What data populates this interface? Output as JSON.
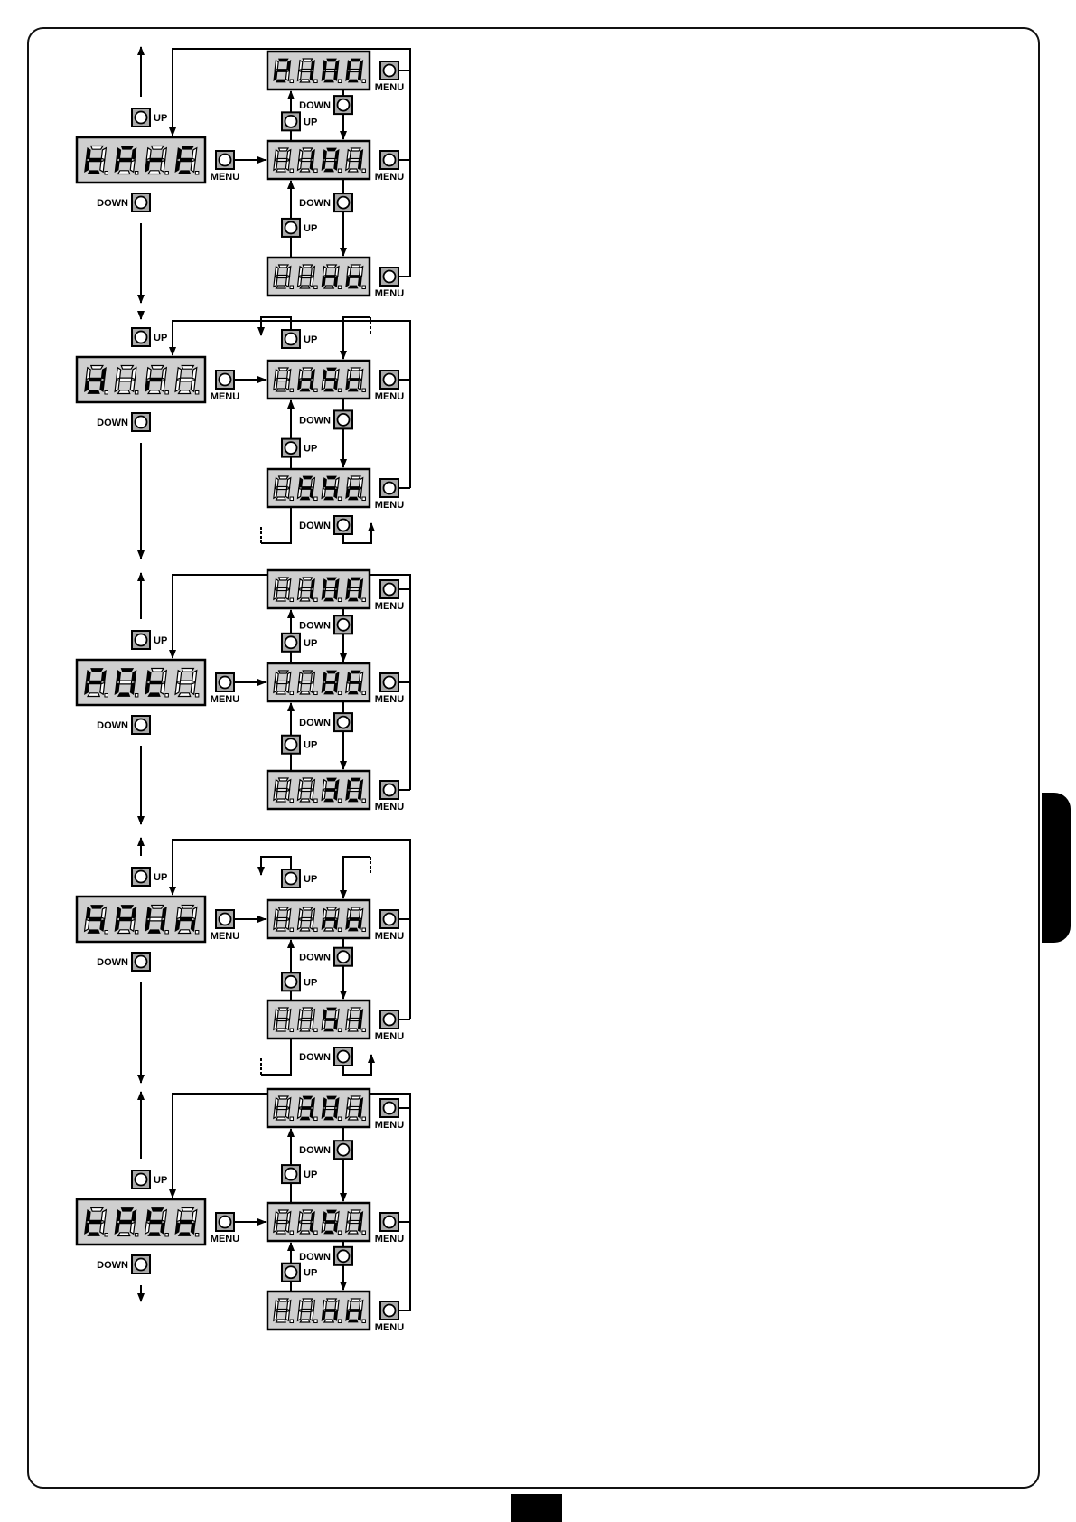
{
  "labels": {
    "up": "UP",
    "down": "DOWN",
    "menu": "MENU"
  },
  "colors": {
    "display_bg": "#cfcfcf",
    "button_bg": "#a9a9a9",
    "segment_on": "#000000",
    "segment_off": "#ffffff",
    "line": "#000000"
  },
  "sections": [
    {
      "parameter": [
        "t",
        "P",
        "r",
        "E"
      ],
      "mode": "values",
      "values": [
        [
          "2",
          "!",
          "0",
          "0"
        ],
        [
          "",
          "1",
          "0",
          "!"
        ],
        [
          "",
          "",
          "n",
          "o"
        ]
      ]
    },
    {
      "parameter": [
        "d",
        "",
        "r",
        ""
      ],
      "mode": "cycle",
      "values": [
        [
          "",
          "d",
          "s",
          "c"
        ],
        [
          "",
          "S",
          "s",
          "c"
        ]
      ]
    },
    {
      "parameter": [
        "P",
        "O",
        "t",
        ""
      ],
      "mode": "values",
      "values": [
        [
          "",
          "1",
          "0",
          "0"
        ],
        [
          "",
          "",
          "8",
          "5"
        ],
        [
          "",
          "",
          "3",
          "0"
        ]
      ]
    },
    {
      "parameter": [
        "S",
        "P",
        "U",
        "n"
      ],
      "mode": "cycle",
      "values": [
        [
          "",
          "",
          "n",
          "o"
        ],
        [
          "",
          "",
          "S",
          "I"
        ]
      ]
    },
    {
      "parameter": [
        "t",
        "P",
        "S",
        "o"
      ],
      "mode": "values",
      "values": [
        [
          "",
          "3",
          "0",
          "!"
        ],
        [
          "",
          "1",
          "5",
          "!"
        ],
        [
          "",
          "",
          "n",
          "o"
        ]
      ]
    }
  ]
}
